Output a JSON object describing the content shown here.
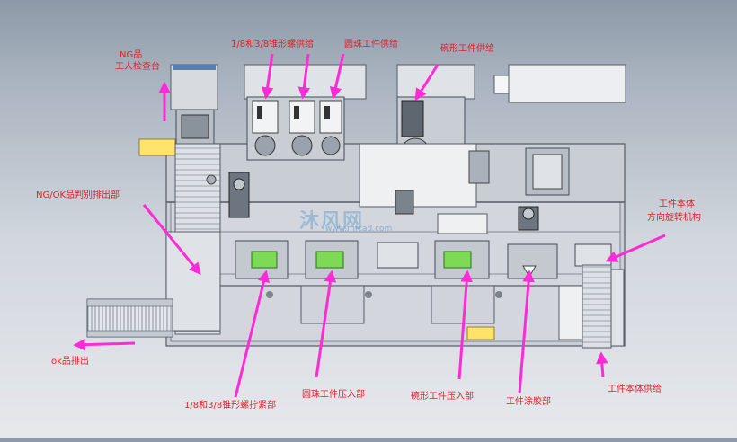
{
  "labels": {
    "ng_manual_check_line1": "NG品",
    "ng_manual_check_line2": "工人检查台",
    "screw_supply": "1/8和3/8锥形螺供给",
    "bead_supply": "圆珠工件供给",
    "bowl_supply": "碗形工件供给",
    "ng_ok_sort": "NG/OK品判别排出部",
    "body_rotate_line1": "工件本体",
    "body_rotate_line2": "方向旋转机构",
    "ok_output": "ok品排出",
    "screw_tighten": "1/8和3/8锥形螺拧紧部",
    "bead_press": "圆珠工件压入部",
    "bowl_press": "碗形工件压入部",
    "glue_coating": "工件涂胶部",
    "body_supply": "工件本体供给"
  },
  "watermark": {
    "brand": "沐风网",
    "url": "www.mfcad.com"
  },
  "colors": {
    "annotation_text": "#e0202a",
    "arrow": "#ff2bd6",
    "machine_frame": "#cfd3d8",
    "green_fixture": "#7ed957",
    "yellow_tag": "#ffe36a"
  }
}
